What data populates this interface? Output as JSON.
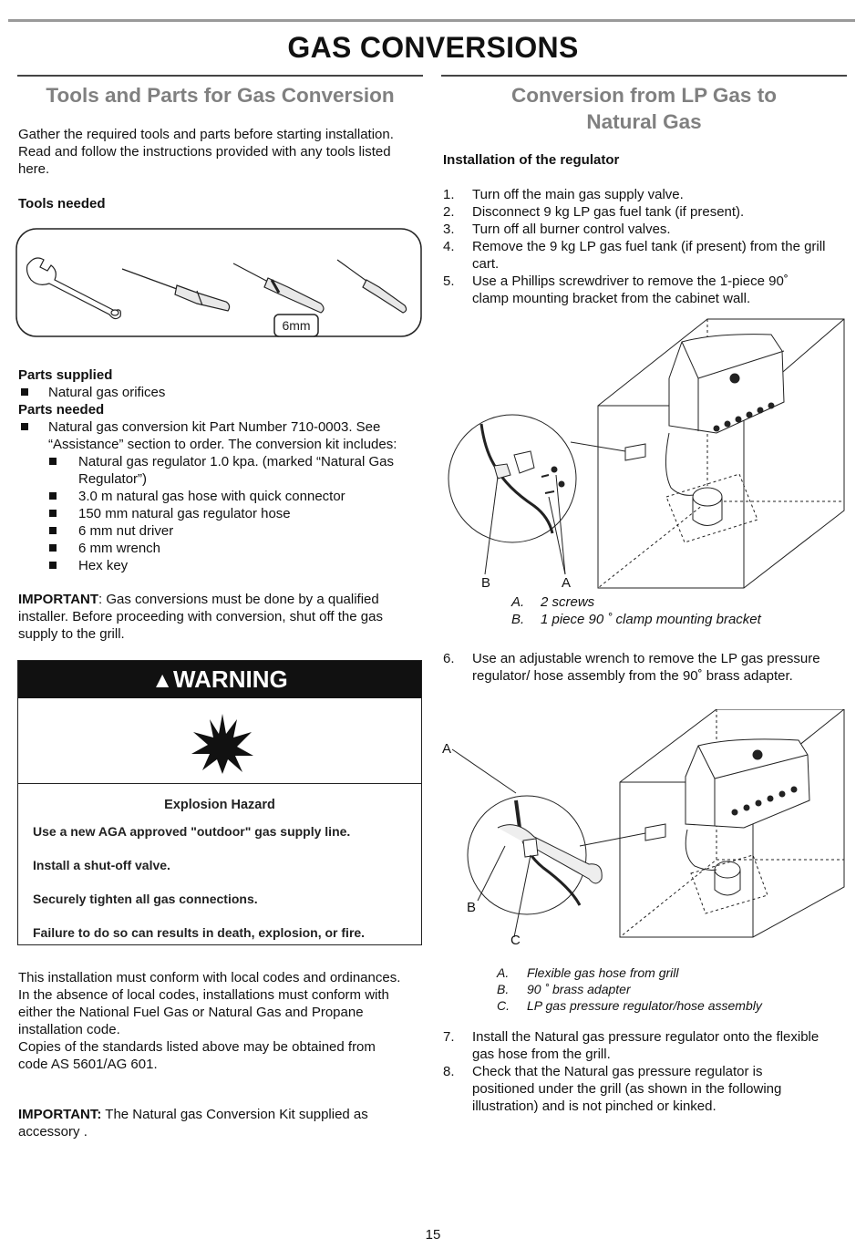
{
  "page_title": "GAS CONVERSIONS",
  "left": {
    "heading": "Tools and Parts for Gas Conversion",
    "intro": [
      "Gather the required tools and parts before starting installation.",
      "Read and follow the instructions provided with any tools listed",
      "here."
    ],
    "tools_heading": "Tools needed",
    "tool_label": "6mm",
    "parts_supplied_heading": "Parts supplied",
    "parts_supplied": [
      "Natural gas orifices"
    ],
    "parts_needed_heading": "Parts needed",
    "kit_line1": "Natural gas conversion kit Part Number 710-0003. See",
    "kit_line2": "“Assistance” section to order. The conversion kit includes:",
    "kit_items": [
      "Natural gas regulator 1.0 kpa. (marked “Natural Gas",
      "Regulator”)",
      "3.0 m natural gas hose with quick connector",
      "150 mm natural gas regulator hose",
      "6 mm nut driver",
      "6 mm wrench",
      "Hex key"
    ],
    "important1_label": "IMPORTANT",
    "important1_lines": [
      ": Gas conversions must be done by a qualified",
      "installer. Before proceeding with conversion, shut off the gas",
      "supply to the grill."
    ],
    "warning": {
      "title": "WARNING",
      "hazard": "Explosion Hazard",
      "lines": [
        "Use a new AGA approved \"outdoor\" gas supply line.",
        "Install a shut-off valve.",
        "Securely tighten all gas connections.",
        "Failure to do so can results in death, explosion, or fire."
      ]
    },
    "codes": [
      "This installation must conform with local codes and ordinances.",
      "In the absence of local codes, installations must conform with",
      "either the National Fuel Gas or Natural Gas and Propane",
      "installation code.",
      "Copies of the standards listed above may be obtained from",
      "code AS 5601/AG 601."
    ],
    "important2_label": "IMPORTANT:",
    "important2_lines": [
      " The Natural gas Conversion Kit supplied as",
      "accessory ."
    ]
  },
  "right": {
    "heading_l1": "Conversion from LP Gas to",
    "heading_l2": "Natural Gas",
    "sub": "Installation of the regulator",
    "steps1": [
      {
        "n": "1.",
        "lines": [
          "Turn off the main gas supply valve."
        ]
      },
      {
        "n": "2.",
        "lines": [
          "Disconnect 9 kg LP gas fuel tank (if present)."
        ]
      },
      {
        "n": "3.",
        "lines": [
          "Turn off all burner control valves."
        ]
      },
      {
        "n": "4.",
        "lines": [
          "Remove the 9 kg LP gas fuel tank (if present) from the grill",
          "cart."
        ]
      },
      {
        "n": "5.",
        "lines": [
          "Use a Phillips screwdriver to remove the 1-piece 90˚",
          "clamp mounting bracket from the cabinet wall."
        ]
      }
    ],
    "fig1_labels": {
      "b": "B",
      "a": "A"
    },
    "fig1_legend": [
      {
        "k": "A.",
        "v": "2 screws"
      },
      {
        "k": "B.",
        "v": "1 piece 90 ˚ clamp mounting bracket"
      }
    ],
    "step6": {
      "n": "6.",
      "lines": [
        "Use an adjustable wrench to remove the LP gas pressure",
        "regulator/ hose assembly from the 90˚  brass adapter."
      ]
    },
    "fig2_labels": {
      "a": "A",
      "b": "B",
      "c": "C"
    },
    "fig2_legend": [
      {
        "k": "A.",
        "v": "Flexible gas hose from grill"
      },
      {
        "k": "B.",
        "v": "90 ˚  brass adapter"
      },
      {
        "k": "C.",
        "v": "LP gas pressure regulator/hose assembly"
      }
    ],
    "steps2": [
      {
        "n": "7.",
        "lines": [
          "Install the Natural gas pressure regulator onto the flexible",
          "gas hose from the grill."
        ]
      },
      {
        "n": "8.",
        "lines": [
          "Check that the Natural gas pressure regulator is",
          "positioned under the grill (as shown in the following",
          "illustration) and is not pinched or kinked."
        ]
      }
    ]
  },
  "page_number": "15"
}
